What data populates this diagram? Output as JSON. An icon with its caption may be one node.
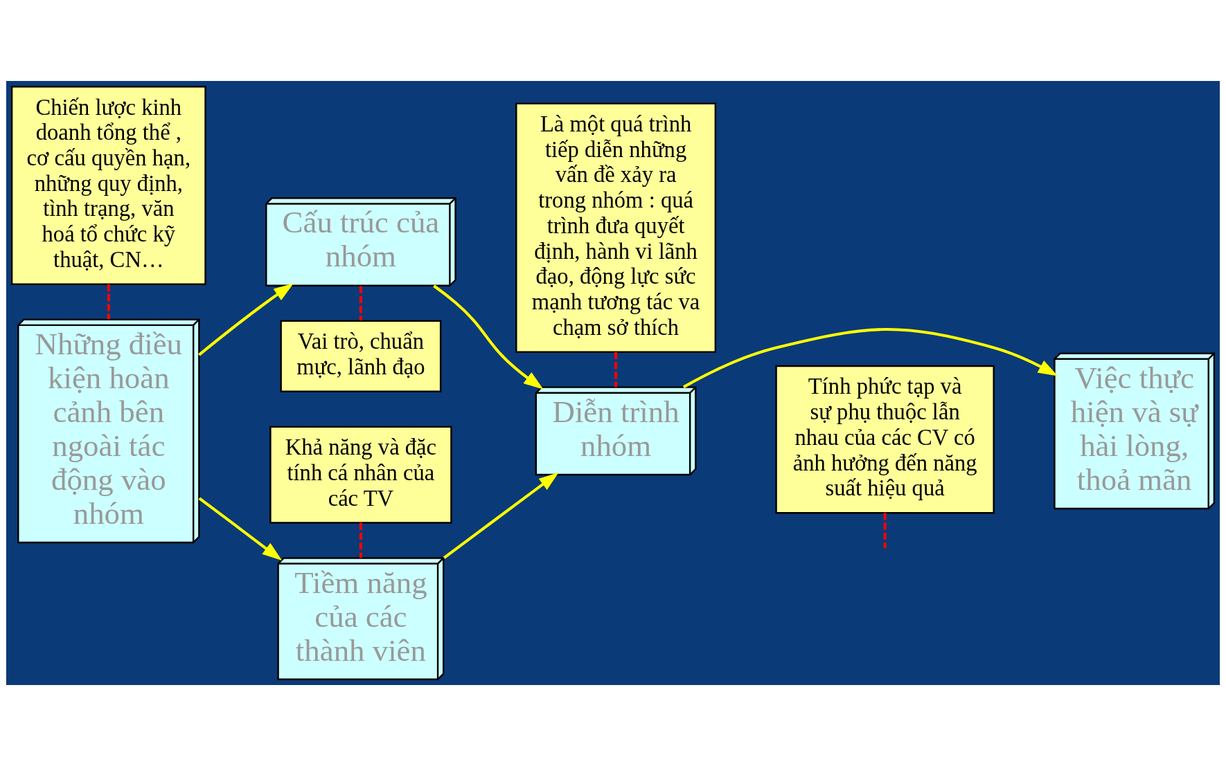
{
  "diagram": {
    "nodes": [
      {
        "text": [
          "Chiến lược kinh doanh tổng thể , cơ cấu quyền hạn, những quy định, tình trạng, văn hoá tổ chức kỹ thuật, CN…"
        ]
      },
      {
        "text": [
          "Khả năng và đặc tính cá nhân của các TV"
        ]
      },
      {
        "text": [
          "Là một quá trình tiếp diễn những vấn đề xảy ra trong nhóm : quá trình đưa quyết định, hành vi lãnh đạo, động lực sức mạnh tương tác va chạm sở thích"
        ]
      },
      {
        "text": [
          "Tính phức tạp và sự phụ thuộc lẫn nhau của các CV có ảnh hưởng đến năng suất hiệu quả"
        ]
      },
      {
        "text": [
          "Những điều kiện hoàn cảnh bên ngoài tác động vào nhóm"
        ]
      },
      {
        "text": [
          "Tiềm năng của các thành viên"
        ]
      },
      {
        "text": [
          "Cấu trúc của nhóm"
        ]
      },
      {
        "text": [
          "Diễn trình nhóm"
        ]
      },
      {
        "text": [
          "Việc thực hiện và sự hài lòng, thoả mãn"
        ]
      },
      {
        "text": [
          "Vai trò, chuẩn mực, lãnh đạo"
        ]
      }
    ],
    "edges": [
      {
        "from": 4,
        "to": 5,
        "arrow": "to",
        "color": "#ffff00"
      },
      {
        "from": 4,
        "to": 6,
        "arrow": "to",
        "color": "#ffff00"
      },
      {
        "from": 5,
        "to": 7,
        "arrow": "to",
        "color": "#ffff00"
      },
      {
        "from": 6,
        "to": 7,
        "arrow": "to",
        "color": "#ffff00"
      },
      {
        "from": 7,
        "to": 8,
        "arrow": "to",
        "color": "#ffff00"
      },
      {
        "from": 0,
        "to": 4,
        "arrow": "none",
        "style": "dashed",
        "color": "#ff0000"
      },
      {
        "from": 1,
        "to": 5,
        "arrow": "none",
        "style": "dashed",
        "color": "#ff0000"
      },
      {
        "from": 6,
        "to": 9,
        "arrow": "none",
        "style": "dashed",
        "color": "#ff0000"
      },
      {
        "from": 2,
        "to": 7,
        "arrow": "none",
        "style": "dashed",
        "color": "#ff0000"
      },
      {
        "from": 3,
        "to": null,
        "arrow": "none",
        "style": "dashed",
        "color": "#ff0000"
      }
    ]
  }
}
